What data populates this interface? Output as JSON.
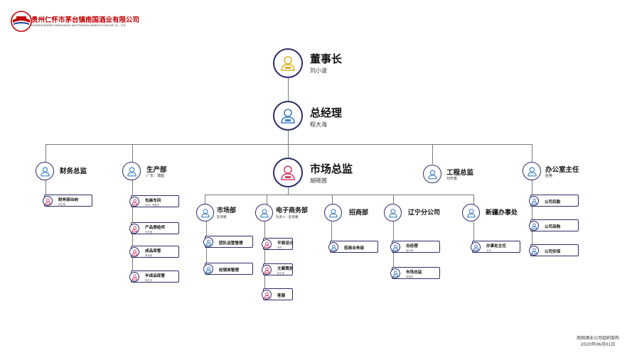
{
  "header": {
    "company_cn": "贵州仁怀市茅台镇南国酒业有限公司",
    "company_en": "GUIZHOUSHENG RENHUAISHI MAOTAIZHEN NANGUO LIQUOR CO., LTD"
  },
  "chairman": {
    "title": "董事长",
    "person": "刘小波"
  },
  "gm": {
    "title": "总经理",
    "person": "程大海"
  },
  "finance": {
    "title": "财务总监"
  },
  "production": {
    "title": "生产部",
    "person": "厂长：谭超"
  },
  "marketing_director": {
    "title": "市场总监",
    "person": "胡晓茜"
  },
  "engineering": {
    "title": "工程总监",
    "person": "刘开富"
  },
  "office": {
    "title": "办公室主任",
    "person": "赵艳"
  },
  "market_dept": {
    "title": "市场部",
    "person": "彭贤耀"
  },
  "ecommerce": {
    "title": "电子商务部",
    "person": "负责人：彭贤耀"
  },
  "investment": {
    "title": "招商部"
  },
  "liaoning": {
    "title": "辽宁分公司"
  },
  "xinjiang": {
    "title": "新疆办事处"
  },
  "boxes": {
    "fin1": {
      "title": "财务部出纳",
      "person": "郑玉梅"
    },
    "prod1": {
      "title": "包装车间",
      "person": "车间：李春花"
    },
    "prod2": {
      "title": "产品质检师",
      "person": "肖茂梅"
    },
    "prod3": {
      "title": "成品库管",
      "person": "罗泽美"
    },
    "prod4": {
      "title": "半成品库管",
      "person": "程应萍"
    },
    "mkt1": {
      "title": "团队运营管理"
    },
    "mkt2": {
      "title": "经销商管理"
    },
    "ec1": {
      "title": "平面设计",
      "person": "李杰"
    },
    "ec2": {
      "title": "文案策划",
      "person": "张玉雪"
    },
    "ec3": {
      "title": "客服"
    },
    "inv1": {
      "title": "招商业务组"
    },
    "ln1": {
      "title": "总经理",
      "person": "吴万海"
    },
    "ln2": {
      "title": "市场总监",
      "person": "郝雪峰"
    },
    "xj1": {
      "title": "办事处主任",
      "person": "王兵"
    },
    "off1": {
      "title": "公司后勤"
    },
    "off2": {
      "title": "公司采购"
    },
    "off3": {
      "title": "公司安保"
    }
  },
  "footer": {
    "line1": "南国酒业公司组织架构",
    "line2": "2020年06月01日"
  },
  "colors": {
    "navy": "#2d2d6a",
    "gold": "#e0b020",
    "blue": "#3a7fc4",
    "pink": "#d8406a",
    "red": "#c00000"
  },
  "icons": {
    "person": "person-icon",
    "logo": "company-logo"
  }
}
